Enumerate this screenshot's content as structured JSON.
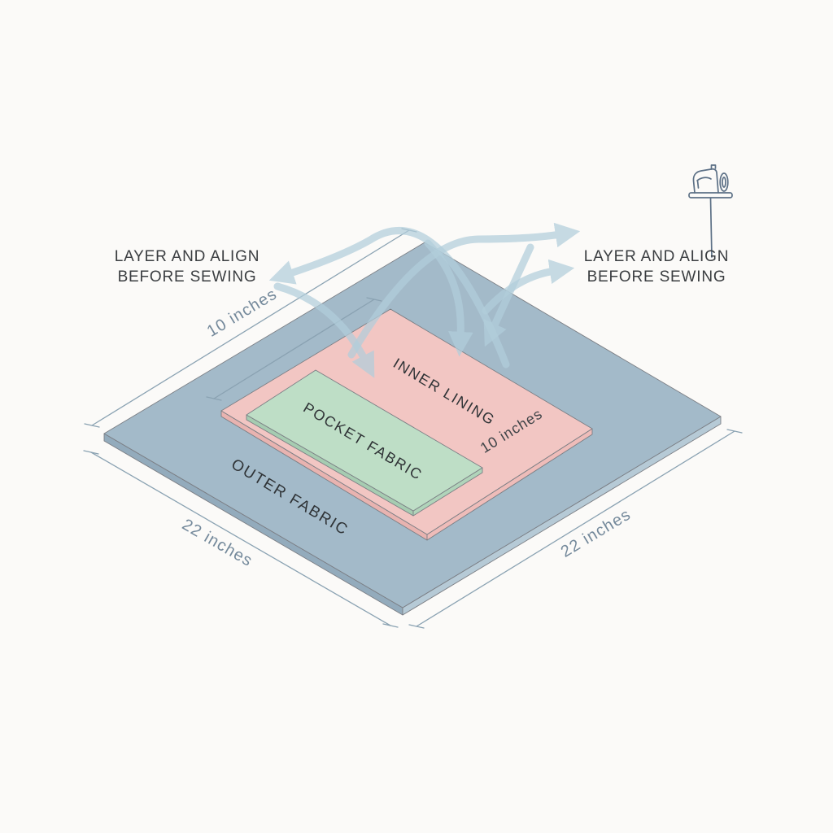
{
  "callouts": {
    "left": {
      "line1": "LAYER AND ALIGN",
      "line2": "BEFORE SEWING"
    },
    "right": {
      "line1": "LAYER AND ALIGN",
      "line2": "BEFORE SEWING"
    }
  },
  "fabrics": {
    "outer": {
      "label": "OUTER FABRIC"
    },
    "inner": {
      "label": "INNER LINING",
      "size": "10 inches"
    },
    "pocket": {
      "label": "POCKET FABRIC"
    }
  },
  "dimensions": {
    "upper_left": "10 inches",
    "lower_left": "22 inches",
    "lower_right": "22 inches"
  },
  "icons": {
    "sewing_machine": "sewing-machine-icon"
  },
  "colors": {
    "background": "#fbfaf8",
    "outer_top": "#a3bac9",
    "outer_side_left": "#93abbc",
    "outer_side_right": "#b6cad6",
    "inner_top": "#f2c6c3",
    "inner_side_left": "#e8b3b0",
    "inner_side_right": "#eebcb9",
    "pocket_top": "#bedec6",
    "pocket_side_left": "#a6ccb1",
    "pocket_side_right": "#b0d4ba",
    "face_outline": "#7b7e84",
    "dimension_line": "#8aa2b2",
    "dimension_text": "#74899b",
    "fabric_text": "#2f3336",
    "callout_text": "#3a3d40",
    "arrow": "#b2cedb",
    "icon_stroke": "#5c7086"
  }
}
